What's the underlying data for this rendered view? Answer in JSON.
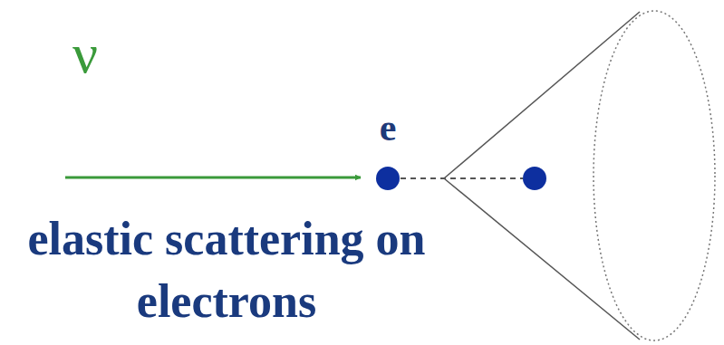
{
  "diagram": {
    "labels": [
      "ν",
      "e",
      "elastic scattering on electrons"
    ]
  }
}
